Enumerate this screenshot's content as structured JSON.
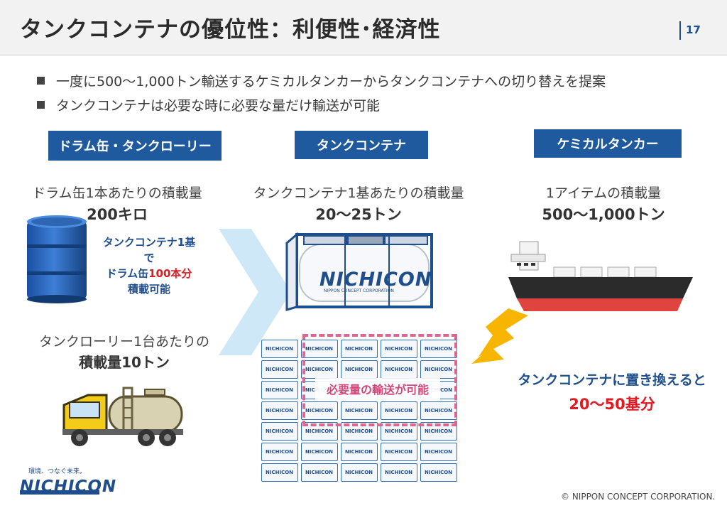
{
  "header": {
    "title": "タンクコンテナの優位性：利便性･経済性",
    "page_number": "17"
  },
  "bullets": [
    "一度に500～1,000トン輸送するケミカルタンカーからタンクコンテナへの切り替えを提案",
    "タンクコンテナは必要な時に必要な量だけ輸送が可能"
  ],
  "columns": {
    "drum": {
      "chip": "ドラム缶・タンクローリー",
      "label": "ドラム缶1本あたりの積載量",
      "value": "200キロ",
      "note_line1": "タンクコンテナ1基で",
      "note_line2_prefix": "ドラム缶",
      "note_line2_highlight": "100本分",
      "note_line3": "積載可能",
      "lorry_label": "タンクローリー1台あたりの",
      "lorry_value": "積載量10トン"
    },
    "tank": {
      "chip": "タンクコンテナ",
      "label": "タンクコンテナ1基あたりの積載量",
      "value": "20～25トン",
      "brand": "NICHICON",
      "brand_sub": "NIPPON CONCEPT CORPORATION",
      "grid_label": "必要量の輸送が可能"
    },
    "tanker": {
      "chip": "ケミカルタンカー",
      "label": "1アイテムの積載量",
      "value": "500～1,000トン",
      "swap_line1": "タンクコンテナに置き換えると",
      "swap_line2": "20～50基分"
    }
  },
  "footer": {
    "logo": "NICHICON",
    "logo_tagline": "環境、つなぐ未来。",
    "copyright": "© NIPPON CONCEPT CORPORATION."
  },
  "colors": {
    "brand_blue": "#1f5a9e",
    "accent_red": "#e01b23",
    "dashed_pink": "#d9678f",
    "arrow_yellow": "#f7b500",
    "arrow_light_blue": "#cfe8f7"
  }
}
